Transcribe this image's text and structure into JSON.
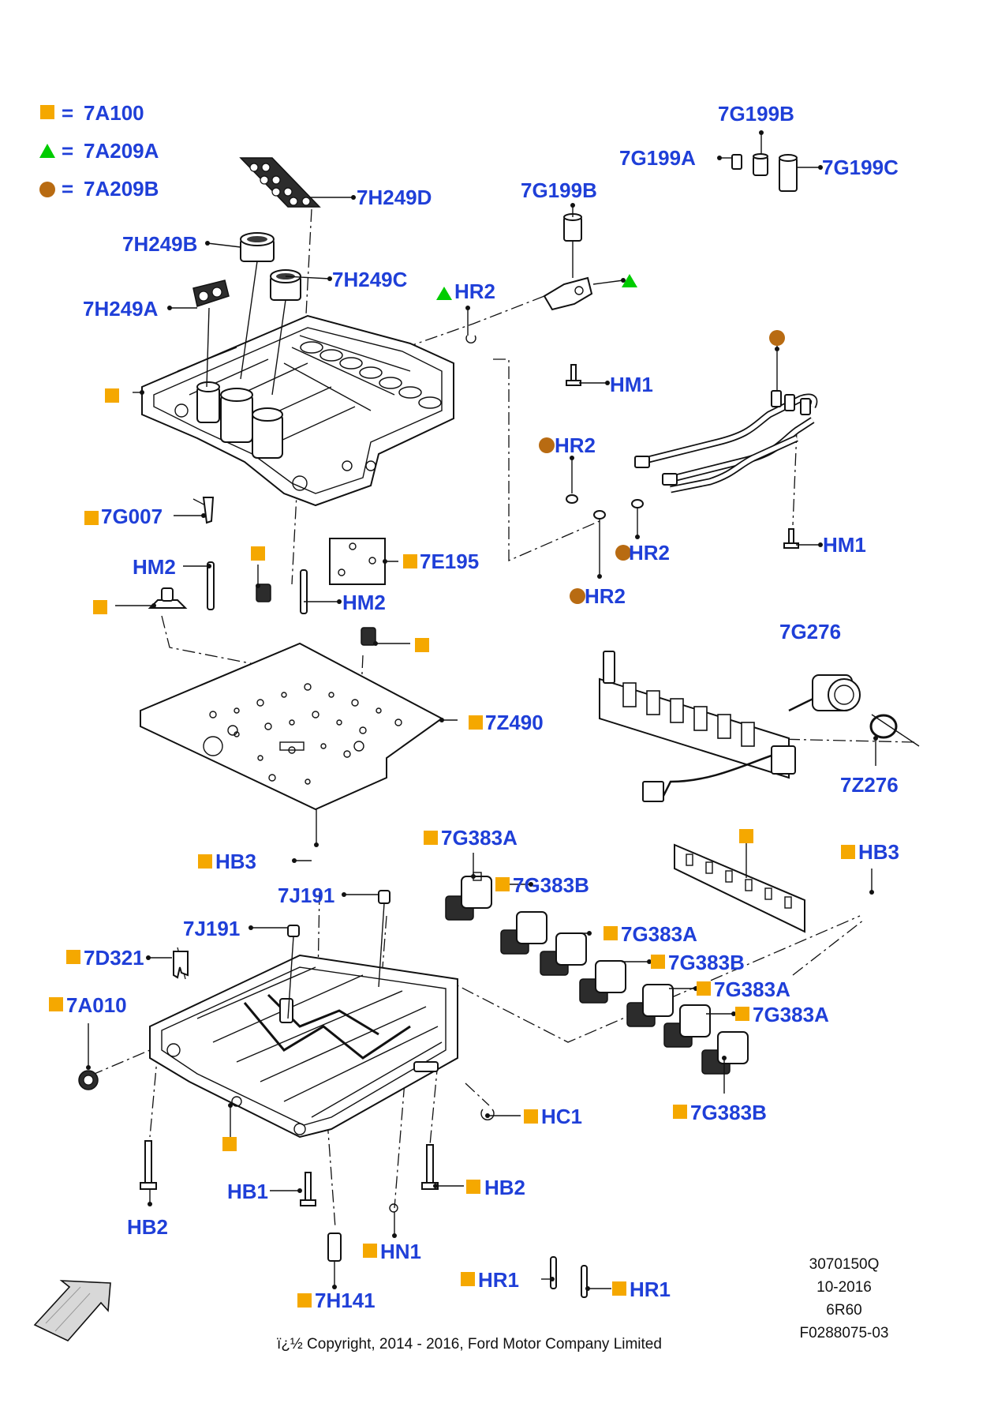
{
  "legend": [
    {
      "symbol": "square-icon",
      "color": "#f5a800",
      "eq": "=",
      "code": "7A100"
    },
    {
      "symbol": "triangle-icon",
      "color": "#00cc00",
      "eq": "=",
      "code": "7A209A"
    },
    {
      "symbol": "circle-icon",
      "color": "#b86b12",
      "eq": "=",
      "code": "7A209B"
    }
  ],
  "labels": {
    "p7G199B_top": "7G199B",
    "p7G199A": "7G199A",
    "p7G199C": "7G199C",
    "p7G199B_mid": "7G199B",
    "p7H249D": "7H249D",
    "p7H249B": "7H249B",
    "p7H249C": "7H249C",
    "p7H249A": "7H249A",
    "hr2_tri": "HR2",
    "hm1_a": "HM1",
    "hr2_a": "HR2",
    "hr2_b": "HR2",
    "hr2_c": "HR2",
    "hm1_b": "HM1",
    "p7G007": "7G007",
    "hm2_a": "HM2",
    "hm2_b": "HM2",
    "p7E195": "7E195",
    "p7G276": "7G276",
    "p7Z490": "7Z490",
    "p7Z276": "7Z276",
    "hb3_a": "HB3",
    "hb3_b": "HB3",
    "p7G383A_1": "7G383A",
    "p7G383B_1": "7G383B",
    "p7G383A_2": "7G383A",
    "p7G383B_2": "7G383B",
    "p7G383A_3": "7G383A",
    "p7G383A_4": "7G383A",
    "p7G383B_3": "7G383B",
    "p7J191_a": "7J191",
    "p7J191_b": "7J191",
    "p7D321": "7D321",
    "p7A010": "7A010",
    "hc1": "HC1",
    "hb1": "HB1",
    "hb2_a": "HB2",
    "hb2_b": "HB2",
    "hn1": "HN1",
    "p7H141": "7H141",
    "hr1_a": "HR1",
    "hr1_b": "HR1"
  },
  "meta": {
    "line1": "3070150Q",
    "line2": "10-2016",
    "line3": "6R60",
    "line4": "F0288075-03"
  },
  "copyright": "ï¿½ Copyright, 2014 - 2016, Ford Motor Company Limited",
  "colors": {
    "label": "#1f3fd8",
    "square": "#f5a800",
    "triangle": "#00cc00",
    "circle": "#b86b12"
  }
}
